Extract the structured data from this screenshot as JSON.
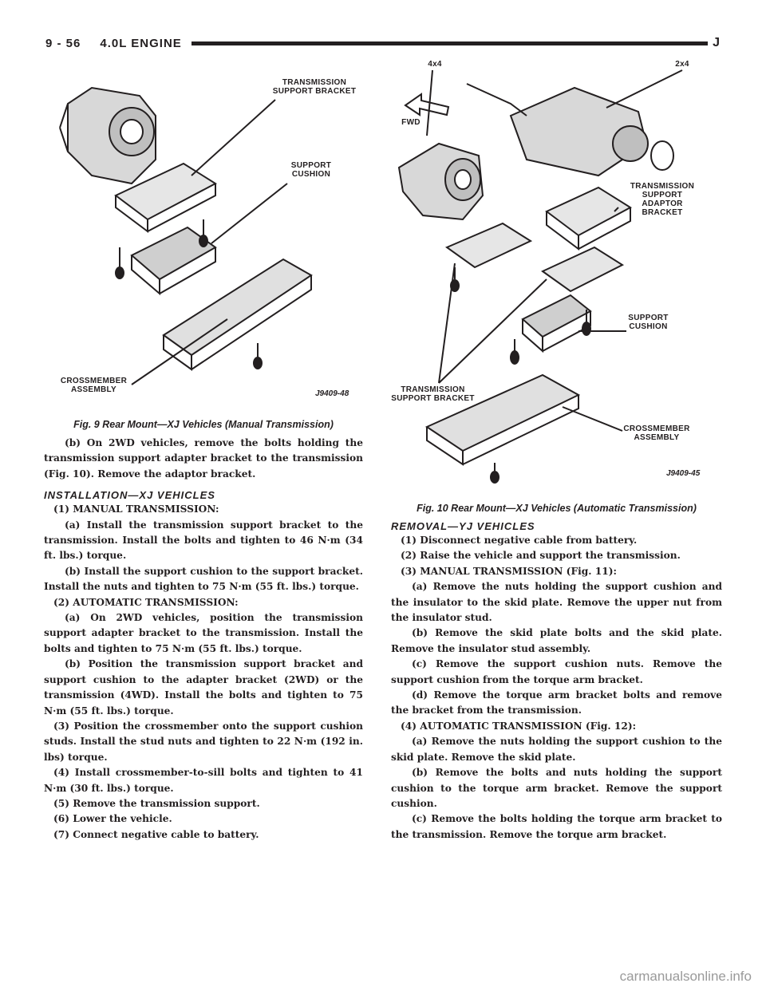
{
  "header": {
    "page_number": "9 - 56",
    "title": "4.0L ENGINE",
    "section_letter": "J"
  },
  "figure9": {
    "labels": {
      "transmission_support_bracket": "TRANSMISSION SUPPORT BRACKET",
      "support_cushion": "SUPPORT CUSHION",
      "crossmember_assembly": "CROSSMEMBER ASSEMBLY"
    },
    "figure_id": "J9409-48",
    "caption": "Fig. 9 Rear Mount—XJ Vehicles (Manual Transmission)"
  },
  "figure10": {
    "labels": {
      "fwd": "FWD",
      "four_by_four": "4x4",
      "two_by_four": "2x4",
      "transmission_support_adaptor_bracket": "TRANSMISSION SUPPORT ADAPTOR BRACKET",
      "transmission_support_bracket": "TRANSMISSION SUPPORT BRACKET",
      "support_cushion": "SUPPORT CUSHION",
      "crossmember_assembly": "CROSSMEMBER ASSEMBLY"
    },
    "figure_id": "J9409-45",
    "caption": "Fig. 10 Rear Mount—XJ Vehicles (Automatic Transmission)"
  },
  "left_column": {
    "intro_paragraph": "(b) On 2WD vehicles, remove the bolts holding the transmission support adapter bracket to the transmission (Fig. 10). Remove the adaptor bracket.",
    "installation_title": "INSTALLATION—XJ VEHICLES",
    "manual_heading": "(1) MANUAL TRANSMISSION:",
    "manual_a": "(a) Install the transmission support bracket to the transmission. Install the bolts and tighten to 46 N·m (34 ft. lbs.) torque.",
    "manual_b": "(b) Install the support cushion to the support bracket. Install the nuts and tighten to 75 N·m (55 ft. lbs.) torque.",
    "auto_heading": "(2) AUTOMATIC TRANSMISSION:",
    "auto_a": "(a) On 2WD vehicles, position the transmission support adapter bracket to the transmission. Install the bolts and tighten to 75 N·m (55 ft. lbs.) torque.",
    "auto_b": "(b) Position the transmission support bracket and support cushion to the adapter bracket (2WD) or the transmission (4WD). Install the bolts and tighten to 75 N·m (55 ft. lbs.) torque.",
    "step3": "(3) Position the crossmember onto the support cushion studs. Install the stud nuts and tighten to 22 N·m (192 in. lbs) torque.",
    "step4": "(4) Install crossmember-to-sill bolts and tighten to 41 N·m (30 ft. lbs.) torque.",
    "step5": "(5) Remove the transmission support.",
    "step6": "(6) Lower the vehicle.",
    "step7": "(7) Connect negative cable to battery."
  },
  "right_column": {
    "removal_title": "REMOVAL—YJ VEHICLES",
    "step1": "(1) Disconnect negative cable from battery.",
    "step2": "(2) Raise the vehicle and support the transmission.",
    "manual_heading": "(3) MANUAL TRANSMISSION (Fig. 11):",
    "manual_a": "(a) Remove the nuts holding the support cushion and the insulator to the skid plate. Remove the upper nut from the insulator stud.",
    "manual_b": "(b) Remove the skid plate bolts and the skid plate. Remove the insulator stud assembly.",
    "manual_c": "(c) Remove the support cushion nuts. Remove the support cushion from the torque arm bracket.",
    "manual_d": "(d) Remove the torque arm bracket bolts and remove the bracket from the transmission.",
    "auto_heading": "(4) AUTOMATIC TRANSMISSION (Fig. 12):",
    "auto_a": "(a) Remove the nuts holding the support cushion to the skid plate. Remove the skid plate.",
    "auto_b": "(b) Remove the bolts and nuts holding the support cushion to the torque arm bracket. Remove the support cushion.",
    "auto_c": "(c) Remove the bolts holding the torque arm bracket to the transmission. Remove the torque arm bracket."
  },
  "watermark": "carmanualsonline.info"
}
